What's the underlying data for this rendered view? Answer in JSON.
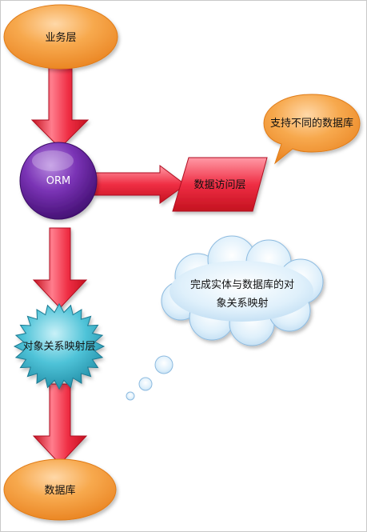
{
  "nodes": {
    "business_layer": "业务层",
    "orm": "ORM",
    "data_access_layer": "数据访问层",
    "support_db": "支持不同的数据库",
    "cloud_line1": "完成实体与数据库的对",
    "cloud_line2": "象关系映射",
    "mapping_layer": "对象关系映射层",
    "database": "数据库"
  },
  "colors": {
    "orange": "#f39a3a",
    "purple": "#6a2aa0",
    "red": "#e8283a",
    "teal": "#3ab6cc",
    "cloud": "#cfe6f8"
  }
}
